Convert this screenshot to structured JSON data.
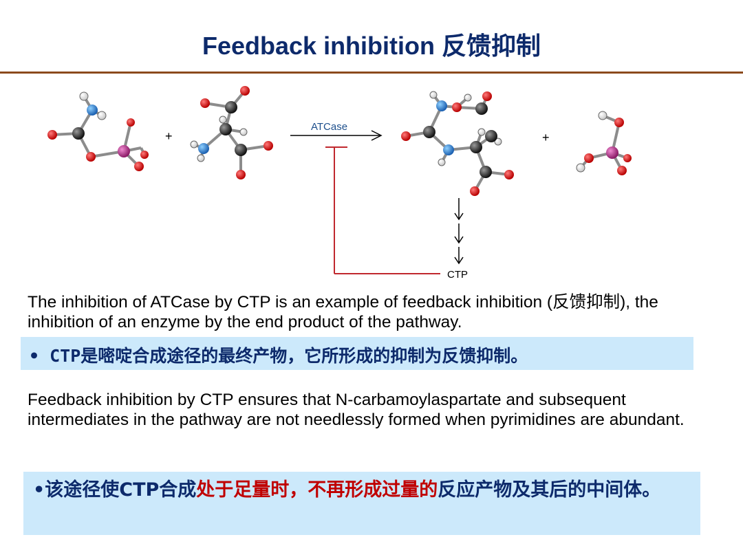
{
  "title": "Feedback inhibition 反馈抑制",
  "diagram": {
    "enzyme_label": "ATCase",
    "plus": "+",
    "product_label": "CTP"
  },
  "paragraph1": "The inhibition of ATCase by CTP is an example of feedback inhibition (反馈抑制), the inhibition of an enzyme by the end product of the pathway.",
  "highlight1": "• CTP是嘧啶合成途径的最终产物，它所形成的抑制为反馈抑制。",
  "paragraph2": "Feedback inhibition by CTP ensures that N-carbamoylaspartate and subsequent intermediates in the pathway are not needlessly formed when pyrimidines are abundant.",
  "highlight2": {
    "part1": "•该途径使CTP合成",
    "part2": "处于足量时，不再形成过量的",
    "part3": "反应产物及其后的中间体。"
  },
  "colors": {
    "title": "#0d2a6b",
    "rule": "#8b4a1c",
    "highlight_bg": "#cce9fb",
    "inhibition_line": "#c0272d",
    "emphasis_red": "#c00000"
  }
}
